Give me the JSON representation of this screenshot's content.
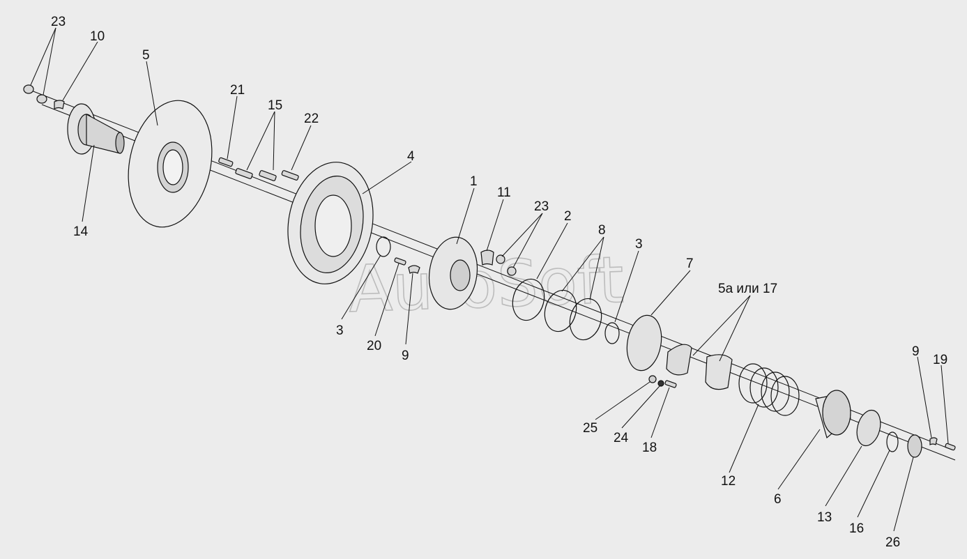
{
  "watermark": "AutoSoft",
  "callouts": [
    {
      "id": "c23a",
      "text": "23"
    },
    {
      "id": "c10",
      "text": "10"
    },
    {
      "id": "c5",
      "text": "5"
    },
    {
      "id": "c14",
      "text": "14"
    },
    {
      "id": "c21",
      "text": "21"
    },
    {
      "id": "c15",
      "text": "15"
    },
    {
      "id": "c22",
      "text": "22"
    },
    {
      "id": "c4",
      "text": "4"
    },
    {
      "id": "c1",
      "text": "1"
    },
    {
      "id": "c11",
      "text": "11"
    },
    {
      "id": "c23b",
      "text": "23"
    },
    {
      "id": "c2",
      "text": "2"
    },
    {
      "id": "c8",
      "text": "8"
    },
    {
      "id": "c3a",
      "text": "3"
    },
    {
      "id": "c7",
      "text": "7"
    },
    {
      "id": "c5a17",
      "text": "5а или 17"
    },
    {
      "id": "c3b",
      "text": "3"
    },
    {
      "id": "c20",
      "text": "20"
    },
    {
      "id": "c9a",
      "text": "9"
    },
    {
      "id": "c25",
      "text": "25"
    },
    {
      "id": "c24",
      "text": "24"
    },
    {
      "id": "c18",
      "text": "18"
    },
    {
      "id": "c12",
      "text": "12"
    },
    {
      "id": "c6",
      "text": "6"
    },
    {
      "id": "c13",
      "text": "13"
    },
    {
      "id": "c16",
      "text": "16"
    },
    {
      "id": "c26",
      "text": "26"
    },
    {
      "id": "c9b",
      "text": "9"
    },
    {
      "id": "c19",
      "text": "19"
    }
  ]
}
